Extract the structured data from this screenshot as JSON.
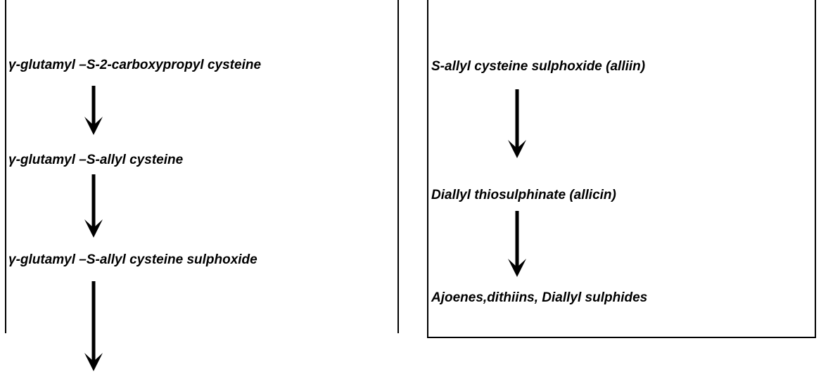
{
  "left_pathway": {
    "steps": [
      {
        "label": "γ-glutamyl –S-2-carboxypropyl cysteine"
      },
      {
        "label": "γ-glutamyl –S-allyl cysteine"
      },
      {
        "label": "γ-glutamyl –S-allyl cysteine sulphoxide"
      }
    ]
  },
  "right_pathway": {
    "steps": [
      {
        "label": "S-allyl cysteine sulphoxide (alliin)"
      },
      {
        "label": "Diallyl thiosulphinate (allicin)"
      },
      {
        "label": "Ajoenes,dithiins, Diallyl sulphides"
      }
    ]
  },
  "colors": {
    "ink": "#000000",
    "background": "#ffffff"
  }
}
